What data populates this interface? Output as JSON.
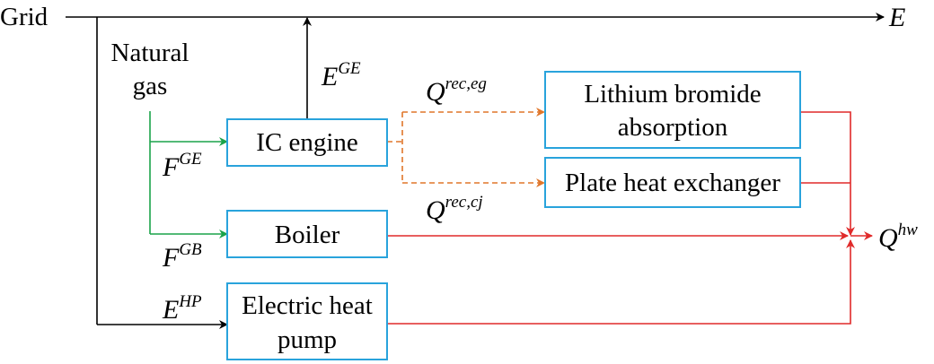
{
  "labels": {
    "grid": "Grid",
    "natural_gas_line1": "Natural",
    "natural_gas_line2": "gas",
    "output_e": "E"
  },
  "boxes": {
    "ic_engine": "IC engine",
    "lithium_line1": "Lithium bromide",
    "lithium_line2": "absorption",
    "plate_hx": "Plate heat exchanger",
    "boiler": "Boiler",
    "heat_pump_line1": "Electric heat",
    "heat_pump_line2": "pump"
  },
  "symbols": {
    "e_ge": {
      "base": "E",
      "sup": "GE"
    },
    "f_ge": {
      "base": "F",
      "sup": "GE"
    },
    "f_gb": {
      "base": "F",
      "sup": "GB"
    },
    "e_hp": {
      "base": "E",
      "sup": "HP"
    },
    "q_rec_eg": {
      "base": "Q",
      "sup": "rec,eg"
    },
    "q_rec_cj": {
      "base": "Q",
      "sup": "rec,cj"
    },
    "q_hw": {
      "base": "Q",
      "sup": "hw"
    }
  },
  "colors": {
    "electric": "#000000",
    "gas": "#1aa34a",
    "recovered_heat": "#e0762a",
    "hot_water": "#e02a2a",
    "box_border": "#29a3dc"
  }
}
